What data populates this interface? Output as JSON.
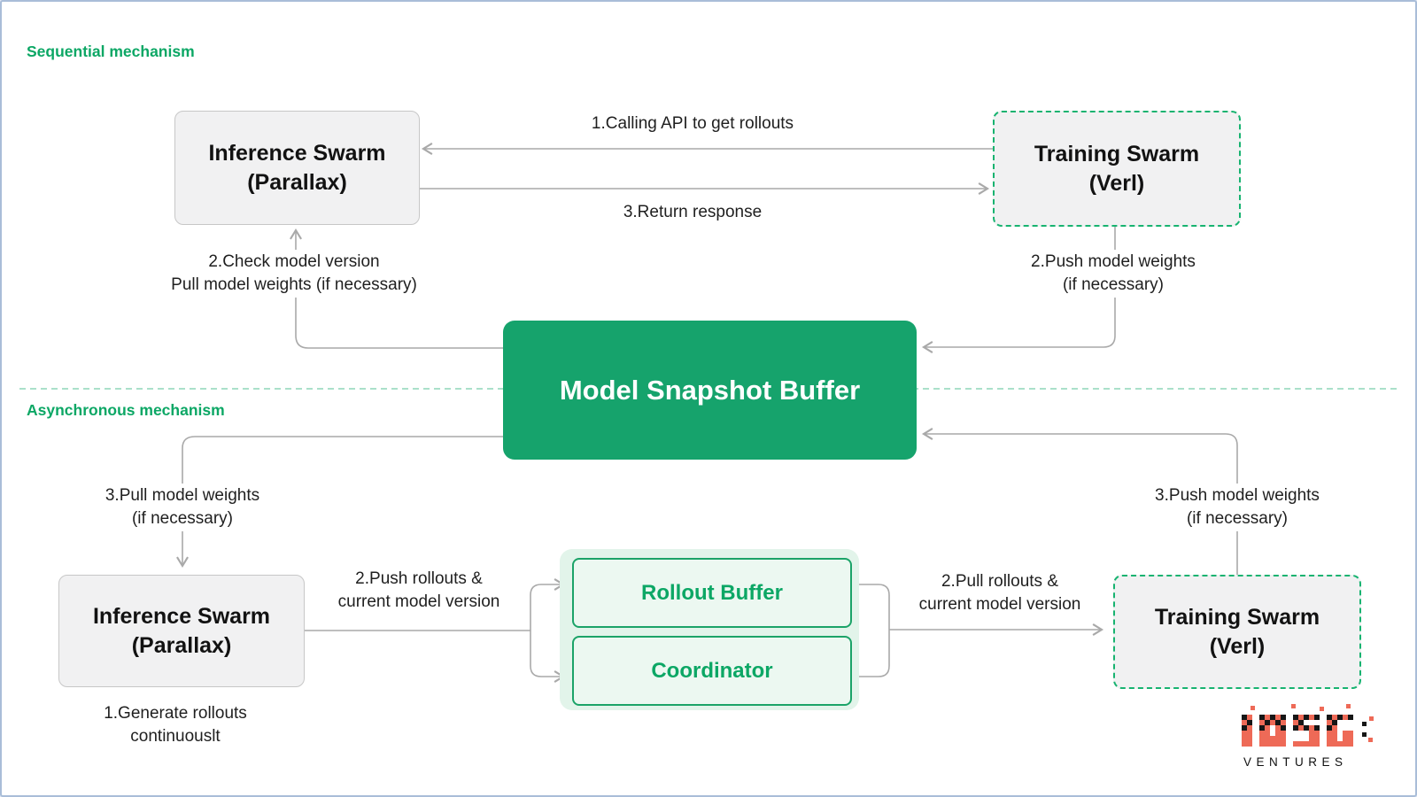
{
  "sections": {
    "sequential": {
      "label": "Sequential mechanism"
    },
    "asynchronous": {
      "label": "Asynchronous mechanism"
    }
  },
  "nodes": {
    "seq_inference": {
      "line1": "Inference Swarm",
      "line2": "(Parallax)"
    },
    "seq_training": {
      "line1": "Training Swarm",
      "line2": "(Verl)"
    },
    "buffer": {
      "label": "Model Snapshot Buffer"
    },
    "async_inference": {
      "line1": "Inference Swarm",
      "line2": "(Parallax)"
    },
    "async_training": {
      "line1": "Training Swarm",
      "line2": "(Verl)"
    },
    "rollout_buffer": {
      "label": "Rollout Buffer"
    },
    "coordinator": {
      "label": "Coordinator"
    }
  },
  "edge_labels": {
    "calling_api": "1.Calling API to get rollouts",
    "return_response": "3.Return response",
    "check_model": {
      "line1": "2.Check model version",
      "line2": "Pull model weights (if necessary)"
    },
    "push_weights_seq": {
      "line1": "2.Push model weights",
      "line2": "(if necessary)"
    },
    "pull_weights_async": {
      "line1": "3.Pull model weights",
      "line2": "(if necessary)"
    },
    "push_weights_async": {
      "line1": "3.Push model weights",
      "line2": "(if necessary)"
    },
    "push_rollouts": {
      "line1": "2.Push rollouts &",
      "line2": "current model version"
    },
    "pull_rollouts": {
      "line1": "2.Pull rollouts &",
      "line2": "current model version"
    },
    "generate_rollouts": {
      "line1": "1.Generate rollouts",
      "line2": "continuouslt"
    }
  },
  "logo": {
    "brand": "IOSG",
    "subtitle": "VENTURES"
  },
  "colors": {
    "accent_green": "#0ca765",
    "buffer_green": "#16a36c",
    "dashed_border_green": "#17b370",
    "line_gray": "#a9a9a9",
    "panel_gray": "#f1f1f2",
    "container_green_bg": "#e2f4ea",
    "inner_green_bg": "#ecf8f1",
    "separator_green": "#9fdcc3",
    "frame_blue": "#a9bdd8",
    "logo_red": "#ee6a57"
  }
}
